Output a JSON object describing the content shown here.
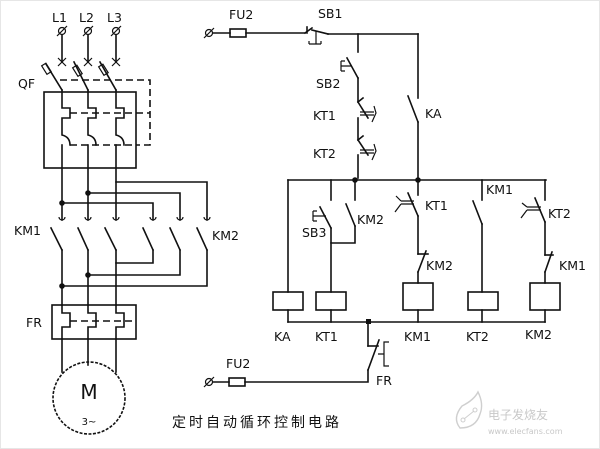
{
  "diagram": {
    "title": "定时自动循环控制电路",
    "watermark": {
      "brand": "电子发烧友",
      "url": "www.elecfans.com"
    },
    "main_circuit": {
      "phases": [
        "L1",
        "L2",
        "L3"
      ],
      "breaker": "QF",
      "contactor_forward": "KM1",
      "contactor_reverse": "KM2",
      "overload_relay": "FR",
      "motor": {
        "symbol": "M",
        "type": "3~"
      }
    },
    "control_circuit": {
      "fuse_top": "FU2",
      "fuse_bottom": "FU2",
      "stop_button": "SB1",
      "start_button": "SB2",
      "button_3": "SB3",
      "timer_contact_1": "KT1",
      "timer_contact_2": "KT2",
      "relay_contact": "KA",
      "branch_contacts": {
        "km2_aux": "KM2",
        "kt1_nc": "KT1",
        "km2_interlock": "KM2",
        "km1_aux": "KM1",
        "kt2_nc": "KT2",
        "km1_interlock": "KM1"
      },
      "coils": [
        "KA",
        "KT1",
        "KM1",
        "KT2",
        "KM2"
      ],
      "overload_contact": "FR"
    }
  }
}
